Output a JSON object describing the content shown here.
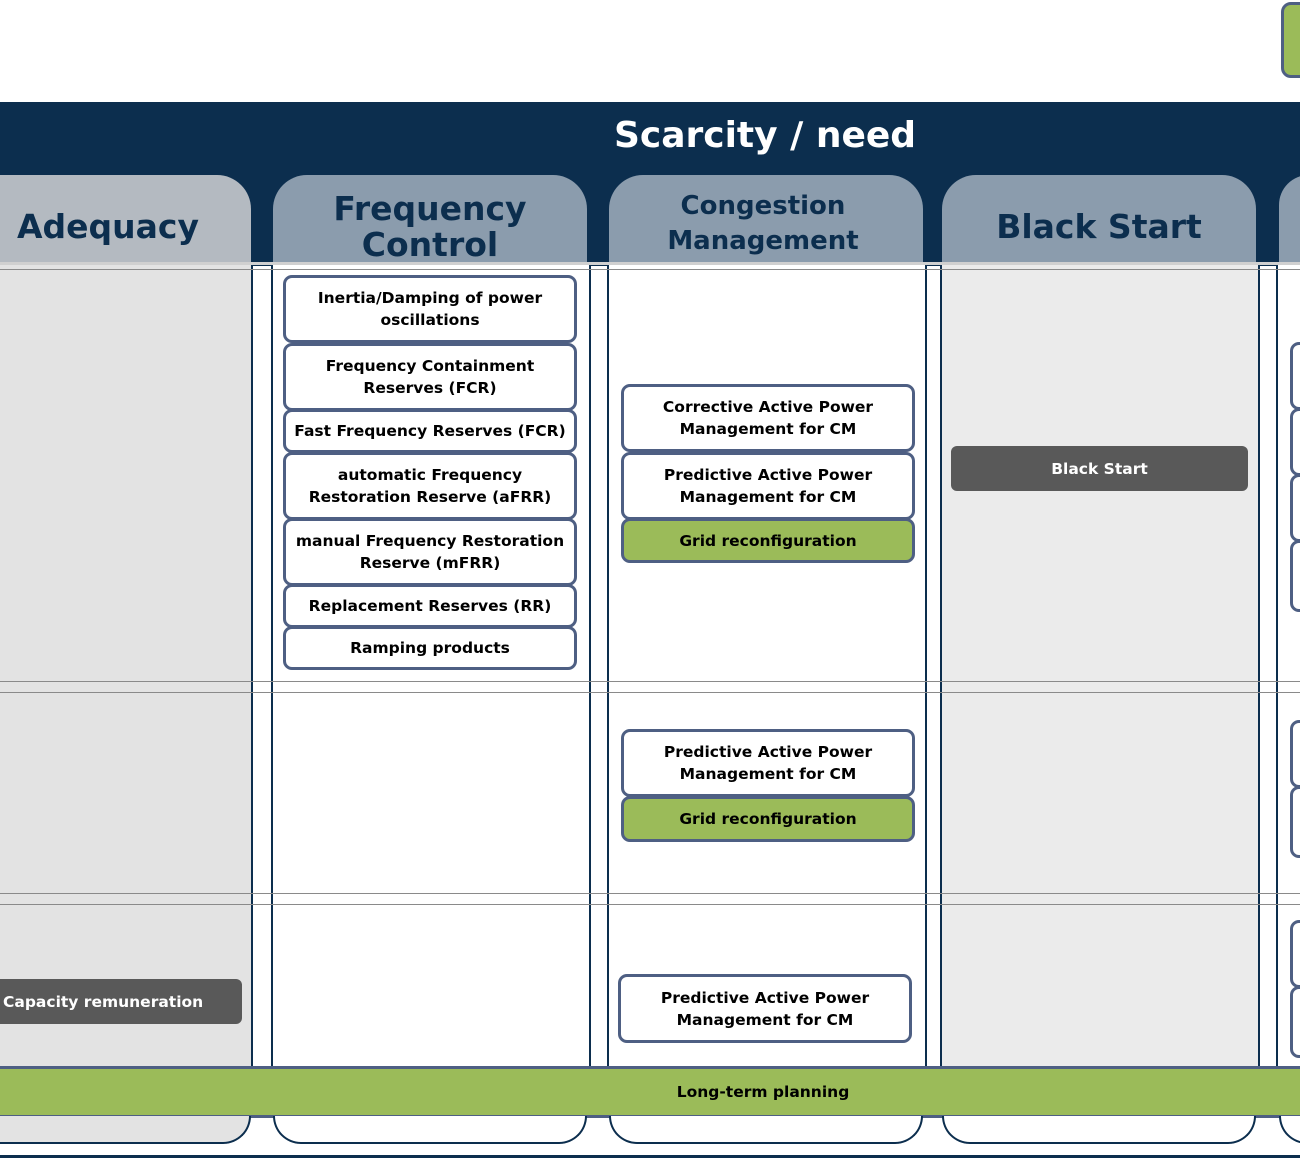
{
  "header": {
    "title": "Scarcity / need"
  },
  "columns": {
    "adequacy": "Adequacy",
    "frequency_control": "Frequency Control",
    "congestion_management": "Congestion Management",
    "black_start": "Black Start"
  },
  "frequency_control_products": [
    "Inertia/Damping of power oscillations",
    "Frequency Containment Reserves (FCR)",
    "Fast Frequency Reserves (FCR)",
    "automatic Frequency Restoration Reserve (aFRR)",
    "manual Frequency Restoration Reserve (mFRR)",
    "Replacement Reserves (RR)",
    "Ramping products"
  ],
  "congestion_row1": [
    "Corrective Active Power Management for CM",
    "Predictive Active Power Management for CM",
    "Grid reconfiguration"
  ],
  "congestion_row2": [
    "Predictive Active Power Management for CM",
    "Grid reconfiguration"
  ],
  "congestion_row3": [
    "Predictive Active Power Management for CM"
  ],
  "black_start_product": "Black Start",
  "adequacy_product": "Capacity remuneration",
  "bottom_band": "Long-term planning",
  "colors": {
    "header": "#0c2e4e",
    "green": "#9bbb59",
    "box_border": "#4e5f83",
    "dark_box": "#595959"
  }
}
